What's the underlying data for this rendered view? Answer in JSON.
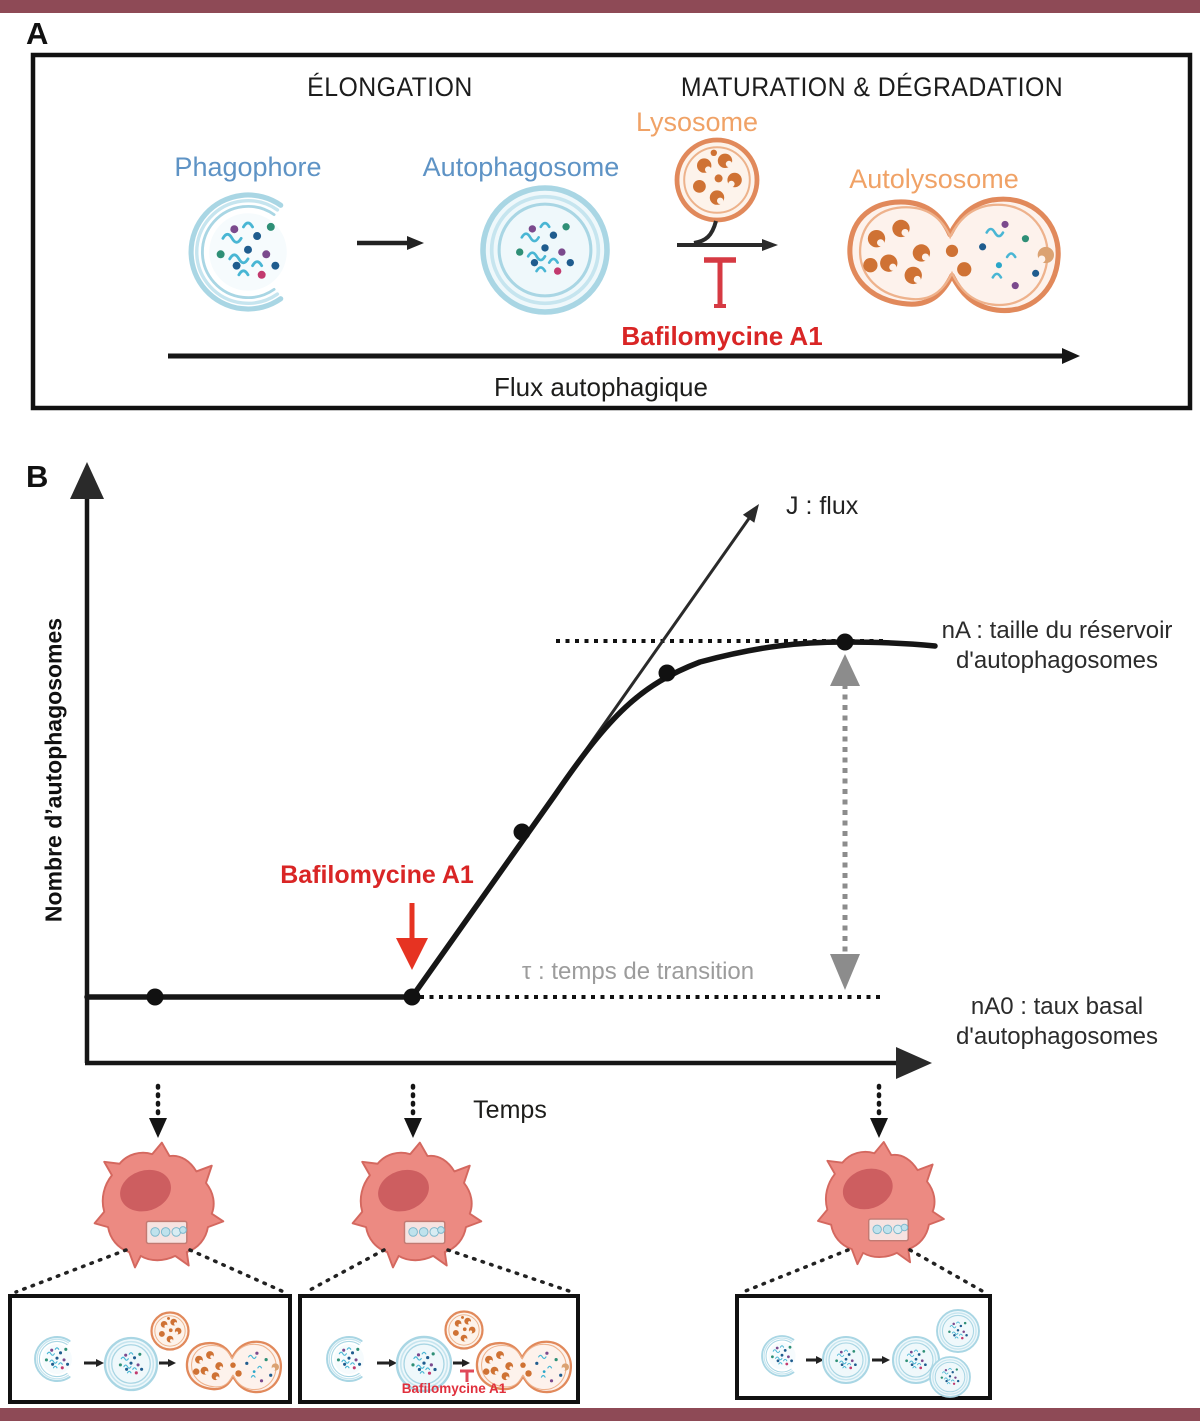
{
  "figure": {
    "panel_a_label": "A",
    "panel_b_label": "B"
  },
  "colors": {
    "frame_bar": "#8e4a56",
    "label_blue": "#5e93c5",
    "label_orange": "#f0a266",
    "inhibitor_red": "#d92525",
    "transition_gray": "#9c9c9c",
    "cell_pink": "#ec8a82",
    "membrane_blue": "#a9d6e4",
    "lysosome_orange": "#e1895b"
  },
  "panel_a": {
    "heading_elongation": "ÉLONGATION",
    "heading_maturation": "MATURATION & DÉGRADATION",
    "phagophore_label": "Phagophore",
    "autophagosome_label": "Autophagosome",
    "lysosome_label": "Lysosome",
    "autolysosome_label": "Autolysosome",
    "inhibitor_label": "Bafilomycine A1",
    "flux_caption": "Flux autophagique"
  },
  "panel_b": {
    "y_axis_label": "Nombre d’autophagosomes",
    "x_axis_label": "Temps",
    "flux_line_label": "J : flux",
    "na_line1": "nA : taille du réservoir",
    "na_line2": "d'autophagosomes",
    "na0_line1": "nA0 : taux basal",
    "na0_line2": "d'autophagosomes",
    "tau_label": "τ : temps de transition",
    "inhibitor_label": "Bafilomycine A1",
    "chart": {
      "type": "line",
      "description": "Nombre d'autophagosomes en fonction du temps : plateau basal nA0, ajout de Bafilomycine A1 au temps de transition τ, montée initiale de pente J (flux) puis saturation au niveau nA0 + nA (taille du réservoir d'autophagosomes).",
      "baseline_level": "nA0",
      "plateau_minus_baseline": "nA",
      "initial_slope": "J",
      "transition_time": "τ",
      "marked_points_relative": [
        {
          "t": 0.08,
          "level": "nA0"
        },
        {
          "t": 0.4,
          "level": "nA0 (ajout Bafilomycine A1)"
        },
        {
          "t": 0.54,
          "level": "~0.45 nA au-dessus de nA0"
        },
        {
          "t": 0.72,
          "level": "~0.90 nA au-dessus de nA0"
        },
        {
          "t": 0.93,
          "level": "plateau nA0 + nA"
        }
      ],
      "axis_ticks": "aucune graduation numérique visible"
    }
  },
  "insets": {
    "inhibitor_label": "Bafilomycine A1"
  }
}
